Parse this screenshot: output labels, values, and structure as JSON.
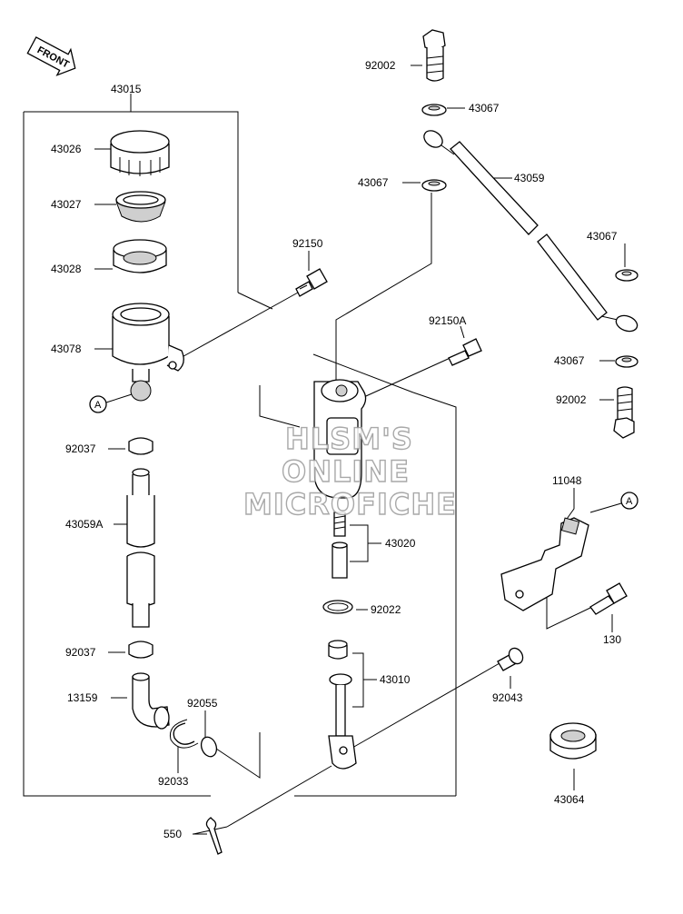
{
  "front_label": "FRONT",
  "reference_marker": "A",
  "watermark": [
    "HLSM'S",
    "ONLINE",
    "MICROFICHE"
  ],
  "part_labels": {
    "p43015": "43015",
    "p43026": "43026",
    "p43027": "43027",
    "p43028": "43028",
    "p43078": "43078",
    "p92150": "92150",
    "p92150A": "92150A",
    "p92037a": "92037",
    "p43059A": "43059A",
    "p92037b": "92037",
    "p13159": "13159",
    "p92055": "92055",
    "p92033": "92033",
    "p550": "550",
    "p92002a": "92002",
    "p43067a": "43067",
    "p43067b": "43067",
    "p43059": "43059",
    "p43067c": "43067",
    "p43067d": "43067",
    "p92002b": "92002",
    "p43020": "43020",
    "p92022": "92022",
    "p43010": "43010",
    "p92043": "92043",
    "p11048": "11048",
    "p130": "130",
    "p43064": "43064"
  },
  "colors": {
    "line": "#000000",
    "part_fill": "#ffffff",
    "shade": "#cfcfcf",
    "watermark_stroke": "#9a9a9a"
  }
}
